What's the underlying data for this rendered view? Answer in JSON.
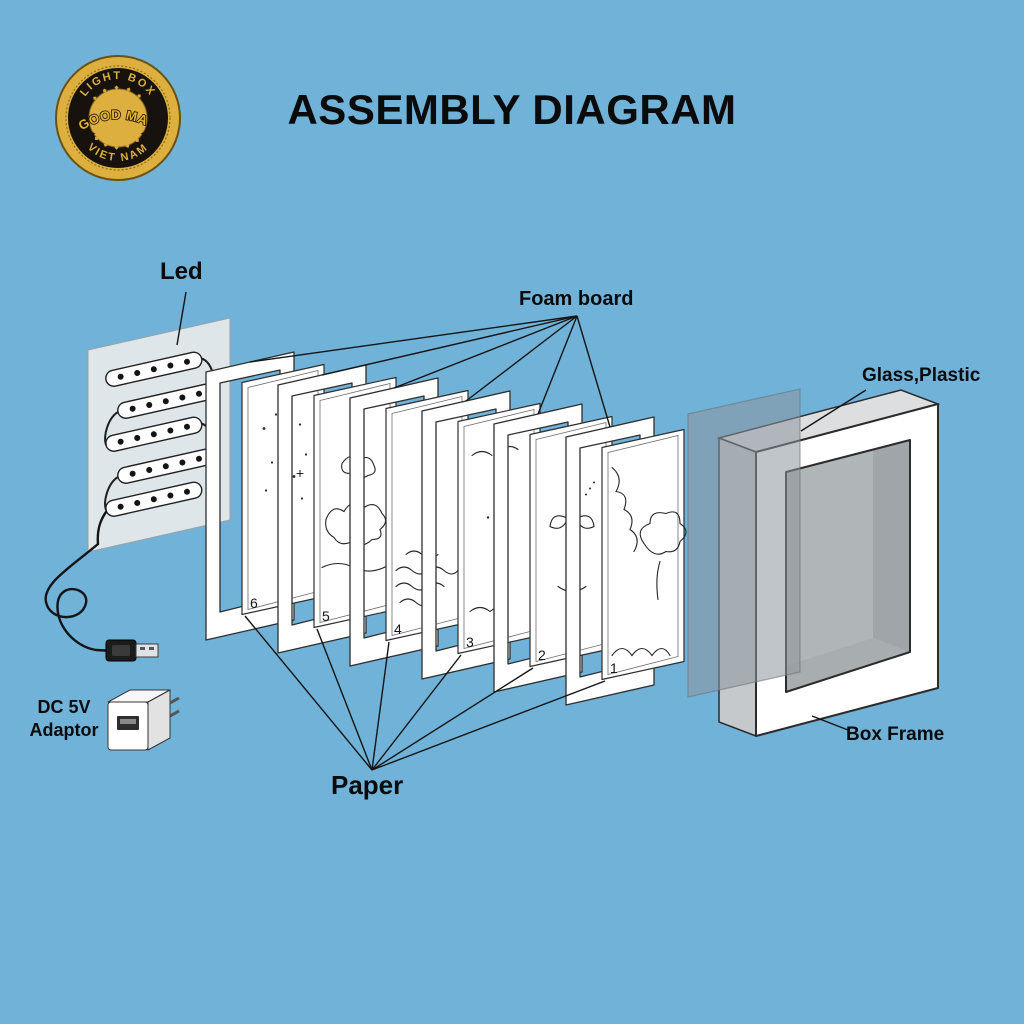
{
  "title": "ASSEMBLY DIAGRAM",
  "logo": {
    "top_text": "LIGHT BOX",
    "center_text": "GOOD MAN",
    "bottom_text": "VIET NAM",
    "decor_top": "◆ ◆ ◆ ◆ ◆",
    "decor_bottom": "◆ ◆ ◆ ◆ ◆",
    "star_left": "★",
    "star_right": "★"
  },
  "labels": {
    "led": "Led",
    "foam_board": "Foam board",
    "glass_plastic": "Glass,Plastic",
    "box_frame": "Box Frame",
    "paper": "Paper",
    "adaptor_line1": "DC 5V",
    "adaptor_line2": "Adaptor"
  },
  "layers": {
    "paper_numbers": [
      "6",
      "5",
      "4",
      "3",
      "2",
      "1"
    ]
  },
  "colors": {
    "background": "#70b2d8",
    "logo_gold": "#dcaf3e",
    "logo_black": "#17120d",
    "annotation_line": "#141414",
    "foam_fill": "#ffffff",
    "glass_fill": "#8c969e"
  }
}
